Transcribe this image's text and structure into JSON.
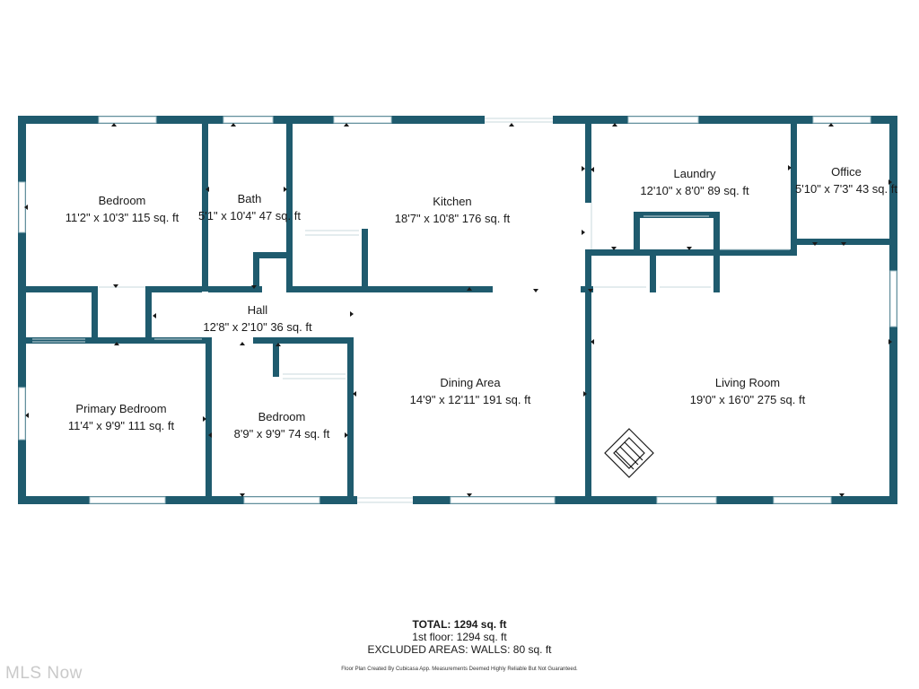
{
  "rooms": [
    {
      "id": "bedroom-1",
      "name": "Bedroom",
      "dims": "11'2\" x 10'3\" 115 sq. ft"
    },
    {
      "id": "bath",
      "name": "Bath",
      "dims": "5'1\" x 10'4\" 47 sq. ft"
    },
    {
      "id": "kitchen",
      "name": "Kitchen",
      "dims": "18'7\" x 10'8\" 176 sq. ft"
    },
    {
      "id": "laundry",
      "name": "Laundry",
      "dims": "12'10\" x 8'0\" 89 sq. ft"
    },
    {
      "id": "office",
      "name": "Office",
      "dims": "5'10\" x 7'3\" 43 sq. ft"
    },
    {
      "id": "hall",
      "name": "Hall",
      "dims": "12'8\" x 2'10\" 36 sq. ft"
    },
    {
      "id": "primary-bedroom",
      "name": "Primary Bedroom",
      "dims": "11'4\" x 9'9\" 111 sq. ft"
    },
    {
      "id": "bedroom-2",
      "name": "Bedroom",
      "dims": "8'9\" x 9'9\" 74 sq. ft"
    },
    {
      "id": "dining-area",
      "name": "Dining Area",
      "dims": "14'9\" x 12'11\" 191 sq. ft"
    },
    {
      "id": "living-room",
      "name": "Living Room",
      "dims": "19'0\" x 16'0\" 275 sq. ft"
    }
  ],
  "summary": {
    "total": "TOTAL: 1294 sq. ft",
    "floor": "1st floor: 1294 sq. ft",
    "excluded": "EXCLUDED AREAS: WALLS: 80 sq. ft"
  },
  "credit": "Floor Plan Created By Cubicasa App. Measurements Deemed Highly Reliable But Not Guaranteed.",
  "brand": "MLS Now",
  "colors": {
    "wall": "#1f5b6e",
    "window": "#a9c4cc",
    "text": "#1a1a1a"
  }
}
